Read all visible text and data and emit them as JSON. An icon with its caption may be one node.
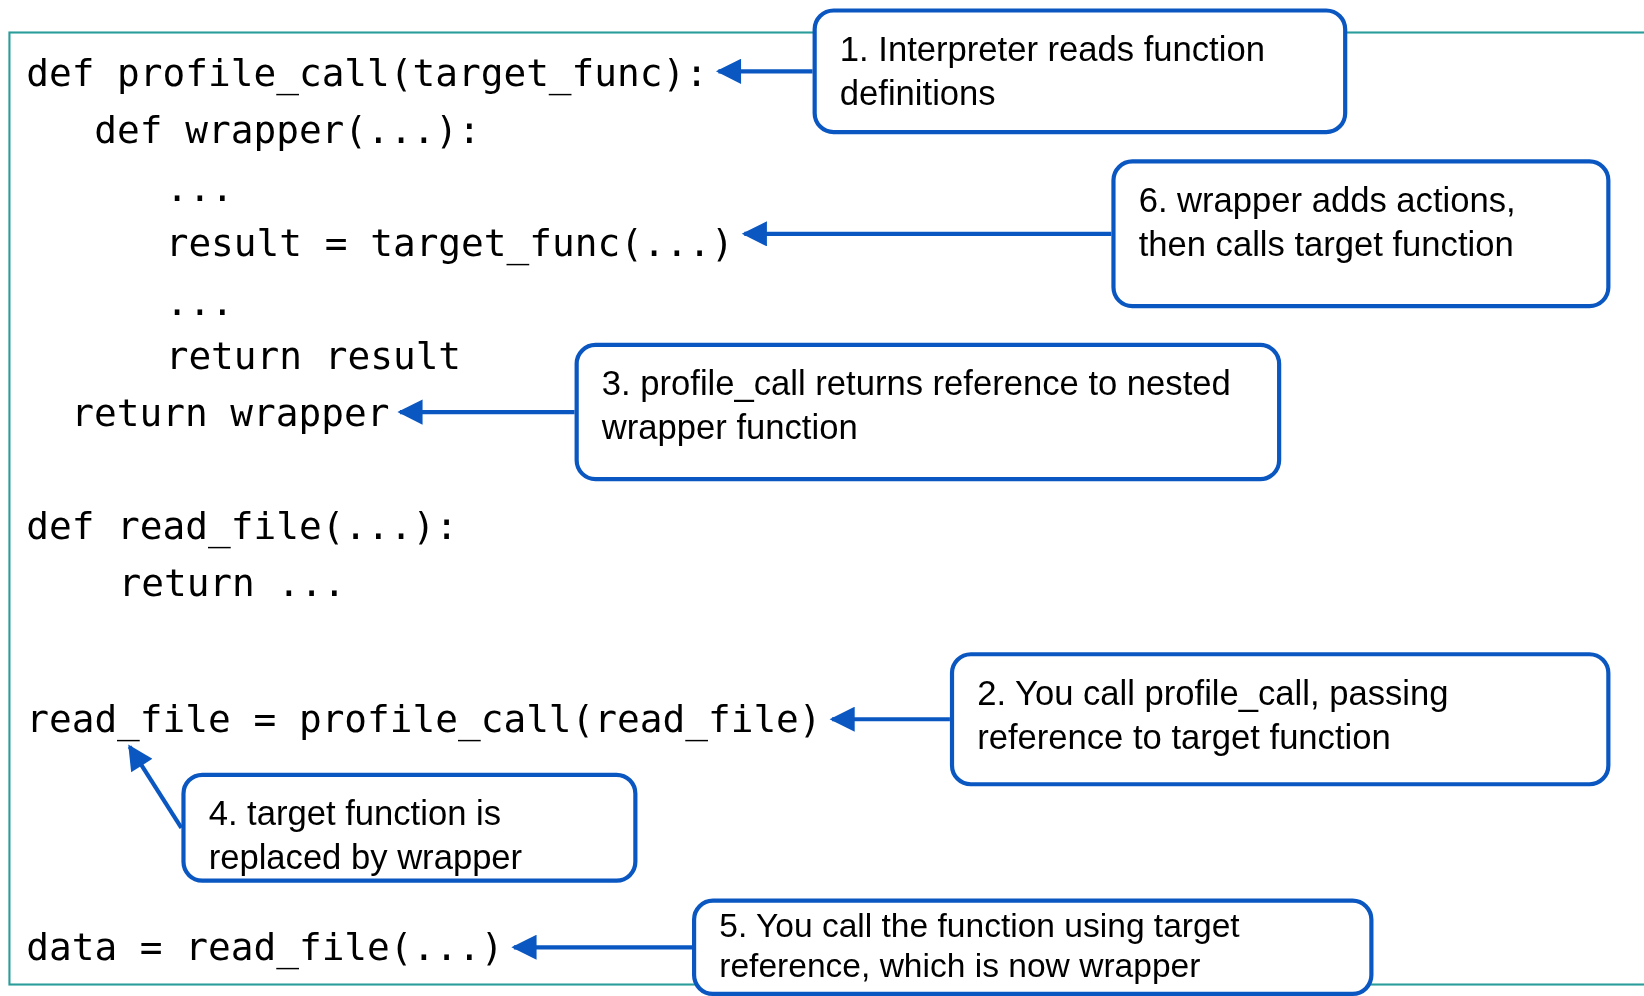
{
  "diagram": {
    "nodes": [
      {
        "text": [],
        "shape": "box"
      },
      {
        "text": [
          "def profile_call(target_func):"
        ],
        "in": 0
      },
      {
        "text": [
          "def wrapper(...):"
        ],
        "in": 0
      },
      {
        "text": [
          "..."
        ],
        "in": 0
      },
      {
        "text": [
          "result = target_func(...)"
        ],
        "in": 0
      },
      {
        "text": [
          "..."
        ],
        "in": 0
      },
      {
        "text": [
          "return result"
        ],
        "in": 0
      },
      {
        "text": [
          "return wrapper"
        ],
        "in": 0
      },
      {
        "text": [
          "def read_file(...):"
        ],
        "in": 0
      },
      {
        "text": [
          "return ..."
        ],
        "in": 0
      },
      {
        "text": [
          "read_file = profile_call(read_file)"
        ],
        "in": 0
      },
      {
        "text": [
          "data = read_file(...)"
        ],
        "in": 0
      },
      {
        "text": [
          "1. Interpreter reads function definitions"
        ]
      },
      {
        "text": [
          "6. wrapper adds actions, then calls target function"
        ],
        "in": 0
      },
      {
        "text": [
          "3. profile_call returns reference to nested wrapper function"
        ],
        "in": 0
      },
      {
        "text": [
          "2. You call profile_call, passing reference to target function"
        ],
        "in": 0
      },
      {
        "text": [
          "4. target function is replaced by wrapper"
        ],
        "in": 0
      },
      {
        "text": [
          "5. You call the function using target reference, which is now wrapper"
        ]
      }
    ],
    "edges": [
      {
        "from": 12,
        "to": 1,
        "arrow": "to"
      },
      {
        "from": 13,
        "to": 4,
        "arrow": "to"
      },
      {
        "from": 14,
        "to": 7,
        "arrow": "to"
      },
      {
        "from": 15,
        "to": 10,
        "arrow": "to"
      },
      {
        "from": 16,
        "to": 10,
        "arrow": "to"
      },
      {
        "from": 17,
        "to": 11,
        "arrow": "to"
      }
    ]
  }
}
